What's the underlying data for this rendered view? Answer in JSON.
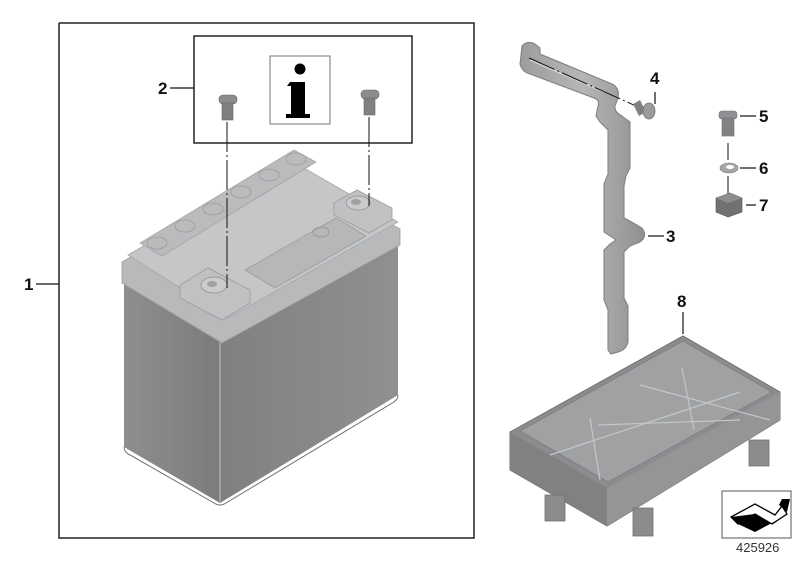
{
  "diagram": {
    "type": "exploded-parts-diagram",
    "subject": "Battery assembly",
    "diagram_number": "425926",
    "callouts": [
      {
        "id": "1",
        "label": "1",
        "part": "battery"
      },
      {
        "id": "2",
        "label": "2",
        "part": "terminal screw set (info)"
      },
      {
        "id": "3",
        "label": "3",
        "part": "battery strap / bracket"
      },
      {
        "id": "4",
        "label": "4",
        "part": "button-head screw"
      },
      {
        "id": "5",
        "label": "5",
        "part": "hex bolt"
      },
      {
        "id": "6",
        "label": "6",
        "part": "washer"
      },
      {
        "id": "7",
        "label": "7",
        "part": "nut / clip"
      },
      {
        "id": "8",
        "label": "8",
        "part": "battery tray"
      }
    ],
    "info_symbol": "i",
    "icons": [
      "info-icon",
      "navigation-arrow-icon"
    ],
    "colors": {
      "part_gray": "#8a8c8e",
      "part_light": "#b9bbbd",
      "part_dark": "#6f7173",
      "line": "#111111"
    }
  }
}
